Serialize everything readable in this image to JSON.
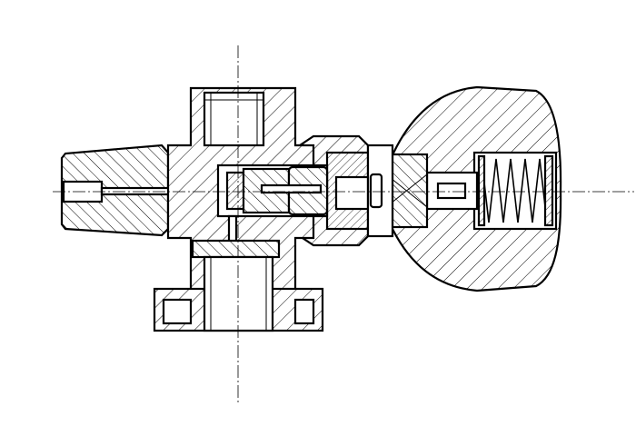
{
  "drawing": {
    "line_color": "#000000",
    "background": "#ffffff",
    "icons": [
      "valve-cross-section",
      "spring",
      "centerline"
    ]
  }
}
